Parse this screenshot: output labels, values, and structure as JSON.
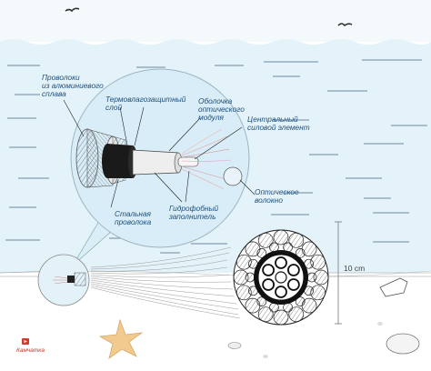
{
  "labels": {
    "aluminum_wires": [
      "Проволоки",
      "из алюминиевого",
      "сплава"
    ],
    "moisture_layer": [
      "Термовлагозащитный",
      "слой"
    ],
    "optical_module_sheath": [
      "Оболочка",
      "оптического",
      "модуля"
    ],
    "central_member": [
      "Центральный",
      "силовой элемент"
    ],
    "optical_fiber": [
      "Оптическое",
      "волокно"
    ],
    "hydrophobic_filler": [
      "Гидрофобный",
      "заполнитель"
    ],
    "steel_wire": [
      "Стальная",
      "проволока"
    ]
  },
  "scale_label": "10 cm",
  "brand": "Камчатка",
  "colors": {
    "sky": "#f3f9fc",
    "water": "#e3f3fb",
    "bubble": "#d9eef7",
    "label_text": "#1f4f7a",
    "sheath_black": "#1a1a1a",
    "starfish": "#f2c98e",
    "brand_red": "#d63a2f"
  }
}
